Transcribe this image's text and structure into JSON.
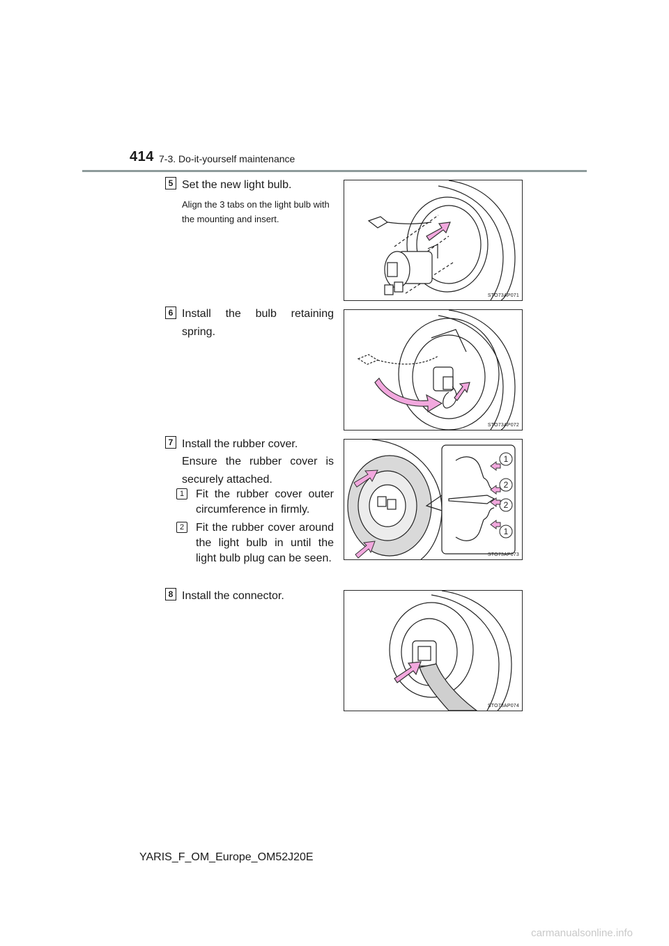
{
  "header": {
    "page_number": "414",
    "section": "7-3. Do-it-yourself maintenance"
  },
  "steps": [
    {
      "number": "5",
      "title": "Set the new light bulb.",
      "note": "Align the 3 tabs on the light bulb with the mounting and insert.",
      "figure_code": "STO73AP071"
    },
    {
      "number": "6",
      "title": "Install the bulb retaining spring.",
      "figure_code": "STO73AP072"
    },
    {
      "number": "7",
      "title": "Install the rubber cover.",
      "text": "Ensure the rubber cover is securely attached.",
      "substeps": [
        {
          "number": "1",
          "text": "Fit the rubber cover outer circumference in firmly."
        },
        {
          "number": "2",
          "text": "Fit the rubber cover around the light bulb in until the light bulb plug can be seen."
        }
      ],
      "callouts": [
        "1",
        "2",
        "2",
        "1"
      ],
      "figure_code": "STO73AP073"
    },
    {
      "number": "8",
      "title": "Install the connector.",
      "figure_code": "STO73AP074"
    }
  ],
  "footer": "YARIS_F_OM_Europe_OM52J20E",
  "watermark": "carmanualsonline.info",
  "colors": {
    "header_rule": "#8e9b9b",
    "arrow_fill": "#f2a8de",
    "arrow_stroke": "#333333",
    "cover_fill": "#d9d9d9"
  }
}
